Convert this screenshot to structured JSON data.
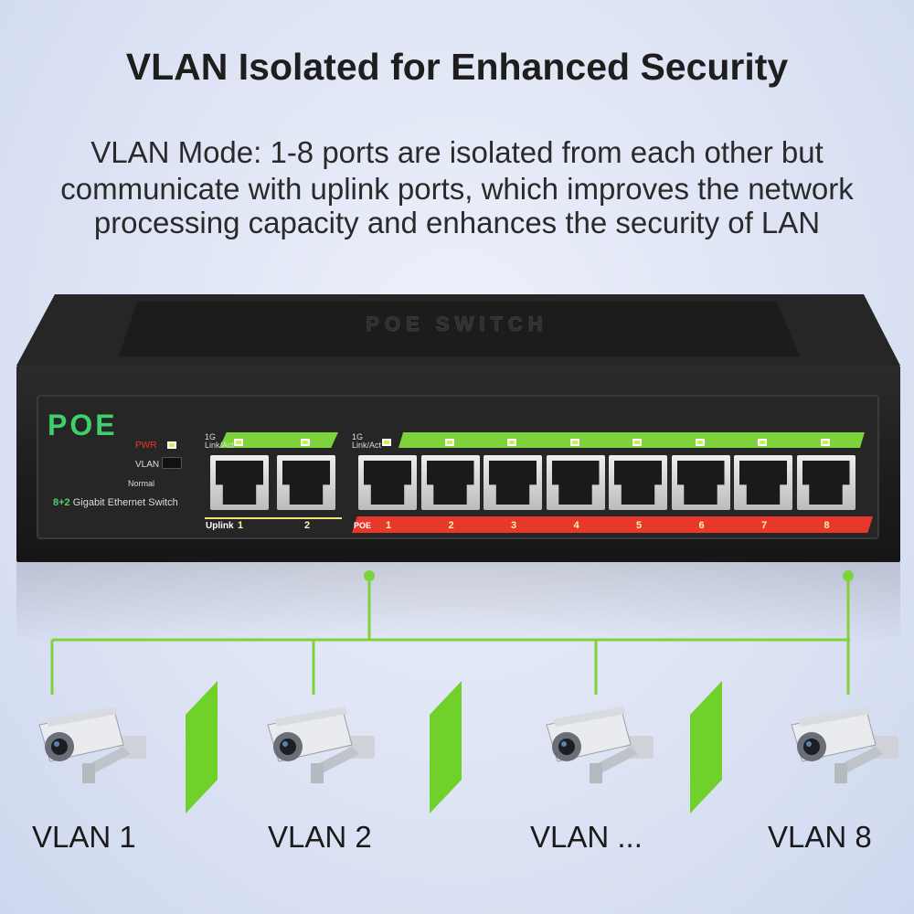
{
  "title": "VLAN Isolated for Enhanced Security",
  "subtitle_lines": [
    "VLAN Mode: 1-8 ports are isolated from each other but",
    "communicate with uplink ports, which improves the network",
    "processing capacity and enhances the security of LAN"
  ],
  "switch": {
    "top_label": "POE SWITCH",
    "logo": "POE",
    "pwr_label": "PWR",
    "vlan_label": "VLAN",
    "normal_label": "Normal",
    "model_prefix": "8+2",
    "model_text": "Gigabit Ethernet Switch",
    "link_label_1": "1G",
    "link_label_2": "Link/Act",
    "uplink_label": "Uplink",
    "poe_label": "POE",
    "uplink_ports": [
      "1",
      "2"
    ],
    "poe_ports": [
      "1",
      "2",
      "3",
      "4",
      "5",
      "6",
      "7",
      "8"
    ]
  },
  "vlans": [
    "VLAN 1",
    "VLAN 2",
    "VLAN ...",
    "VLAN 8"
  ],
  "colors": {
    "green": "#7ed23a",
    "red": "#e8382c",
    "logo_green": "#3fd06a"
  }
}
